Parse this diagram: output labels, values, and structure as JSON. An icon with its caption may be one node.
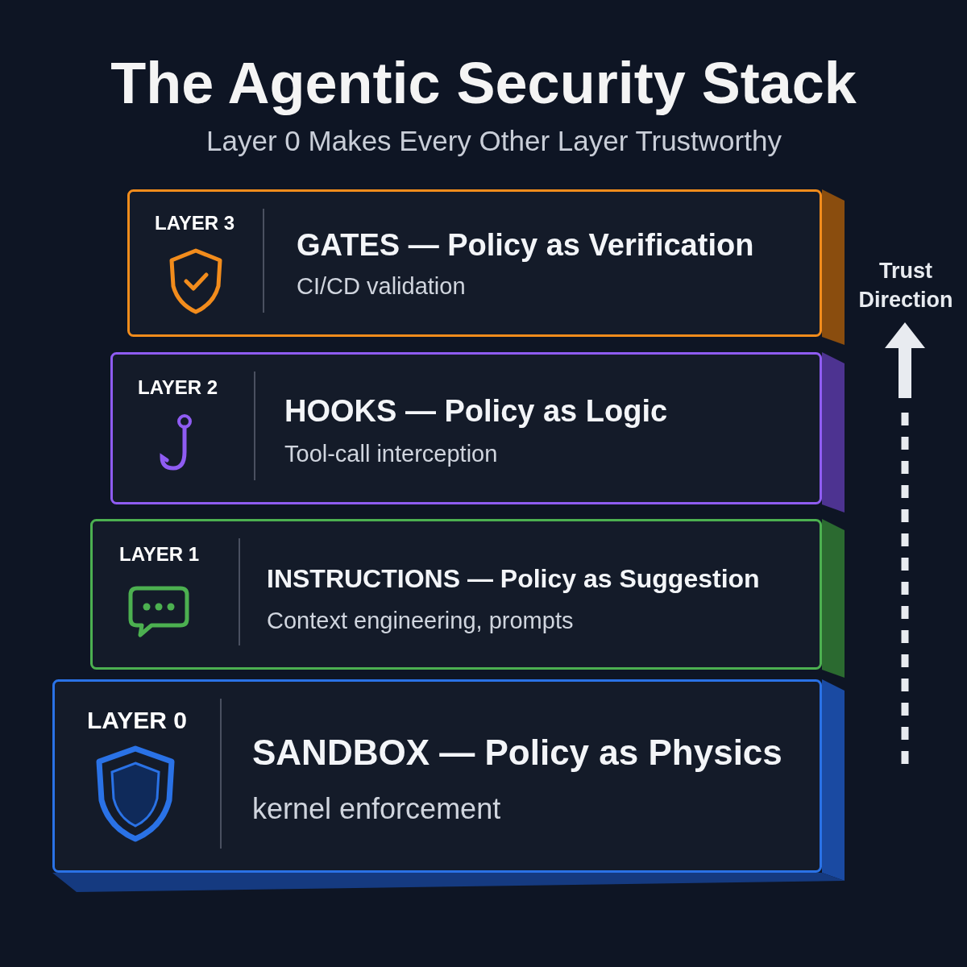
{
  "diagram": {
    "title": "The Agentic Security Stack",
    "nodes": [
      {
        "text": [
          "LAYER 3",
          "GATES — Policy as Verification",
          "CI/CD validation"
        ]
      },
      {
        "text": [
          "LAYER 2",
          "HOOKS — Policy as Logic",
          "Tool-call interception"
        ]
      },
      {
        "text": [
          "LAYER 1",
          "INSTRUCTIONS — Policy as Suggestion",
          "Context engineering, prompts"
        ]
      },
      {
        "text": [
          "LAYER 0",
          "SANDBOX — Policy as Physics",
          "kernel enforcement"
        ]
      }
    ],
    "labels": [
      "Layer 0 Makes Every Other Layer Trustworthy",
      "Trust Direction"
    ]
  }
}
